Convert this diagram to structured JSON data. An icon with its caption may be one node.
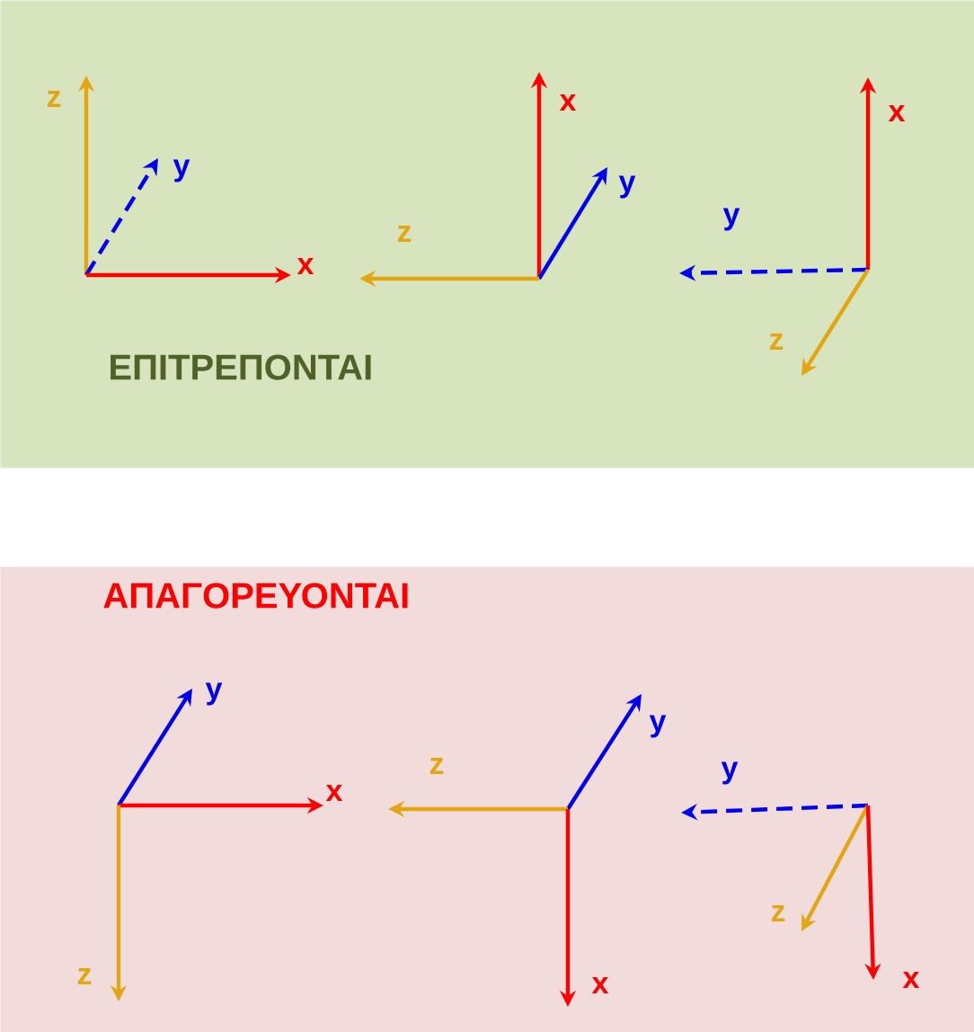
{
  "diagram": {
    "nodes": [
      {
        "text": [
          "ΕΠΙΤΡΕΠΟΝΤΑΙ"
        ]
      },
      {
        "text": [
          "ΑΠΑΓΟΡΕΥΟΝΤΑΙ"
        ]
      }
    ],
    "labels": [
      "z",
      "y",
      "x",
      "x",
      "y",
      "z",
      "x",
      "y",
      "z",
      "y",
      "x",
      "z",
      "y",
      "z",
      "x",
      "y",
      "z",
      "x"
    ]
  }
}
